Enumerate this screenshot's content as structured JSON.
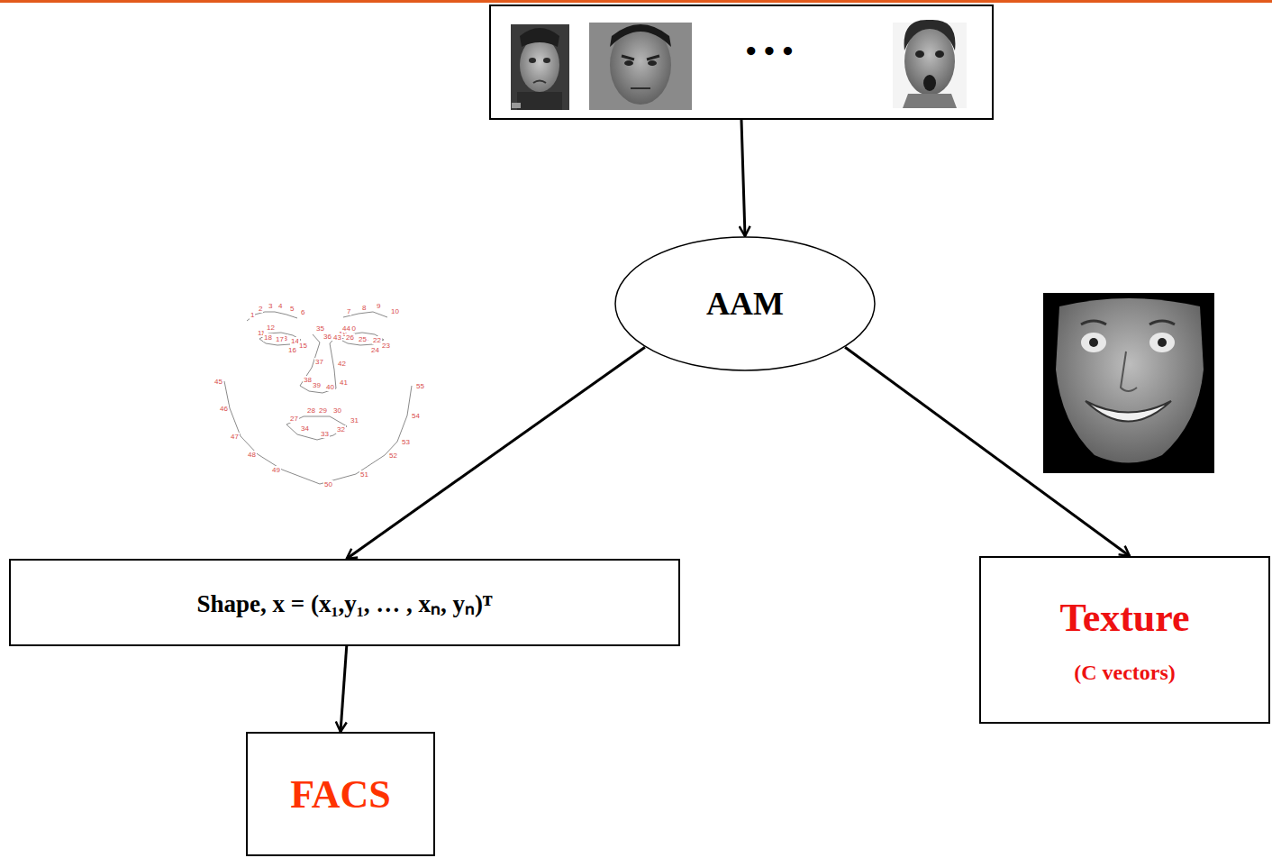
{
  "diagram": {
    "nodes": [
      {
        "text": [
          "• • •"
        ]
      },
      {
        "text": [
          "AAM"
        ]
      },
      {
        "text": [
          "Shape, x = (x₁,y₁, … , xₙ, yₙ)ᵀ"
        ]
      },
      {
        "text": [
          "Texture",
          "(C vectors)"
        ]
      },
      {
        "text": [
          "FACS"
        ]
      }
    ],
    "edges": [
      {
        "from": 0,
        "to": 1,
        "arrow": "to"
      },
      {
        "from": 1,
        "to": 2,
        "arrow": "to"
      },
      {
        "from": 1,
        "to": 3,
        "arrow": "to"
      },
      {
        "from": 2,
        "to": 4,
        "arrow": "to"
      }
    ],
    "labels": [
      "1",
      "2",
      "3",
      "4",
      "5",
      "6",
      "7",
      "8",
      "9",
      "10",
      "11",
      "12",
      "13",
      "14",
      "15",
      "16",
      "17",
      "18",
      "19",
      "20",
      "21",
      "22",
      "23",
      "24",
      "25",
      "26",
      "27",
      "28",
      "29",
      "30",
      "31",
      "32",
      "33",
      "34",
      "35",
      "36",
      "37",
      "38",
      "39",
      "40",
      "41",
      "42",
      "43",
      "44",
      "45",
      "46",
      "47",
      "48",
      "49",
      "50",
      "51",
      "52",
      "53",
      "54",
      "55"
    ]
  }
}
